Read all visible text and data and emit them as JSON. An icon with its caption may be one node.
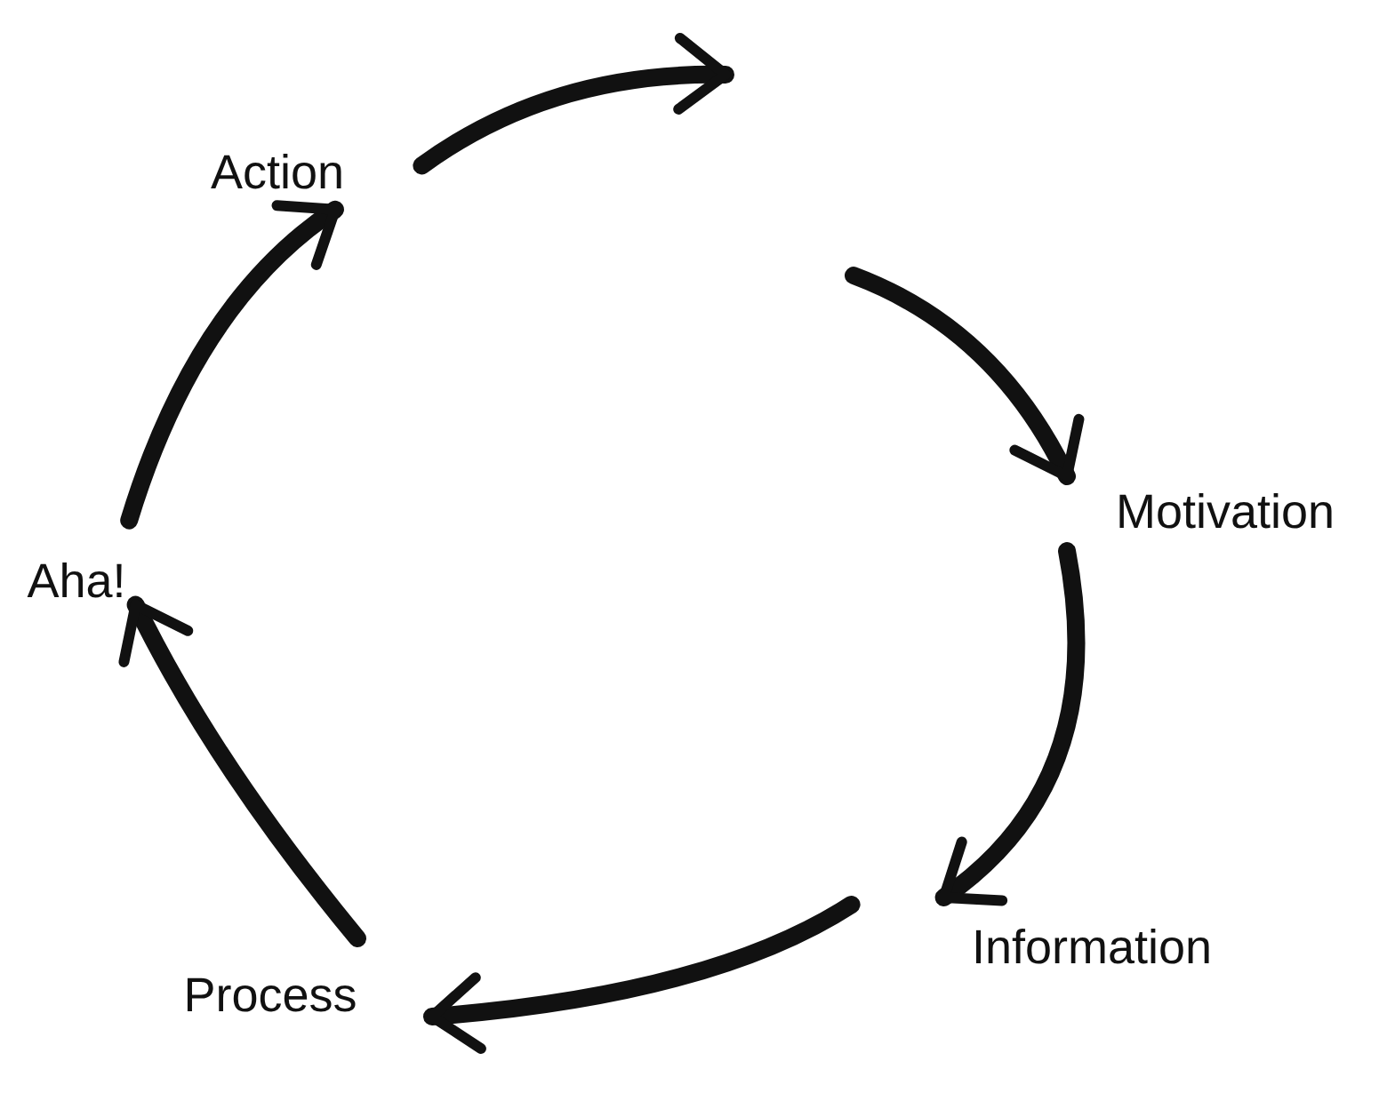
{
  "diagram": {
    "nodes": [
      {
        "text": [
          "Action"
        ]
      },
      {
        "text": [
          "Motivation"
        ]
      },
      {
        "text": [
          "Information"
        ]
      },
      {
        "text": [
          "Process"
        ]
      },
      {
        "text": [
          "Aha!"
        ]
      }
    ],
    "edges": [
      {
        "from": 0,
        "to": null,
        "arrow": "to"
      },
      {
        "from": null,
        "to": 1,
        "arrow": "to"
      },
      {
        "from": 1,
        "to": 2,
        "arrow": "to"
      },
      {
        "from": 2,
        "to": 3,
        "arrow": "to"
      },
      {
        "from": 3,
        "to": 4,
        "arrow": "to"
      },
      {
        "from": 4,
        "to": 0,
        "arrow": "to"
      }
    ]
  }
}
